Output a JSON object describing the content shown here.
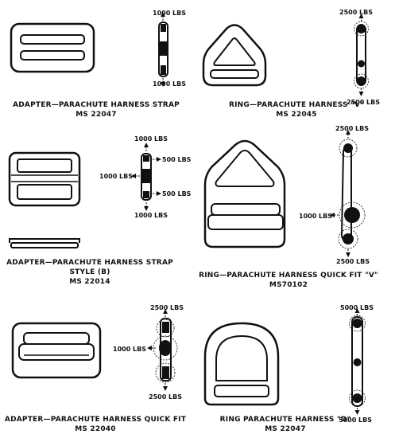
{
  "items": [
    {
      "name": "ADAPTER—PARACHUTE HARNESS STRAP",
      "line2": "",
      "part": "MS 22047",
      "loads": {
        "top": "1000 LBS",
        "bottom": "1000 LBS"
      }
    },
    {
      "name": "RING—PARACHUTE HARNESS \"V\"",
      "line2": "",
      "part": "MS 22045",
      "loads": {
        "top": "2500 LBS",
        "bottom": "2500 LBS"
      }
    },
    {
      "name": "ADAPTER—PARACHUTE HARNESS STRAP",
      "line2": "STYLE (B)",
      "part": "MS 22014",
      "loads": {
        "top": "1000 LBS",
        "left": "1000 LBS",
        "right_top": "500 LBS",
        "right_bottom": "500 LBS",
        "bottom": "1000 LBS"
      }
    },
    {
      "name": "RING—PARACHUTE HARNESS QUICK FIT \"V\"",
      "line2": "",
      "part": "MS70102",
      "loads": {
        "top": "2500 LBS",
        "left": "1000 LBS",
        "bottom": "2500 LBS"
      }
    },
    {
      "name": "ADAPTER—PARACHUTE HARNESS QUICK FIT",
      "line2": "",
      "part": "MS 22040",
      "loads": {
        "top": "2500 LBS",
        "left": "1000 LBS",
        "bottom": "2500 LBS"
      }
    },
    {
      "name": "RING PARACHUTE HARNESS \"D\"",
      "line2": "",
      "part": "MS 22047",
      "loads": {
        "top": "5000 LBS",
        "bottom": "5000 LBS"
      }
    }
  ],
  "colors": {
    "ink": "#111111",
    "paper": "#ffffff"
  }
}
